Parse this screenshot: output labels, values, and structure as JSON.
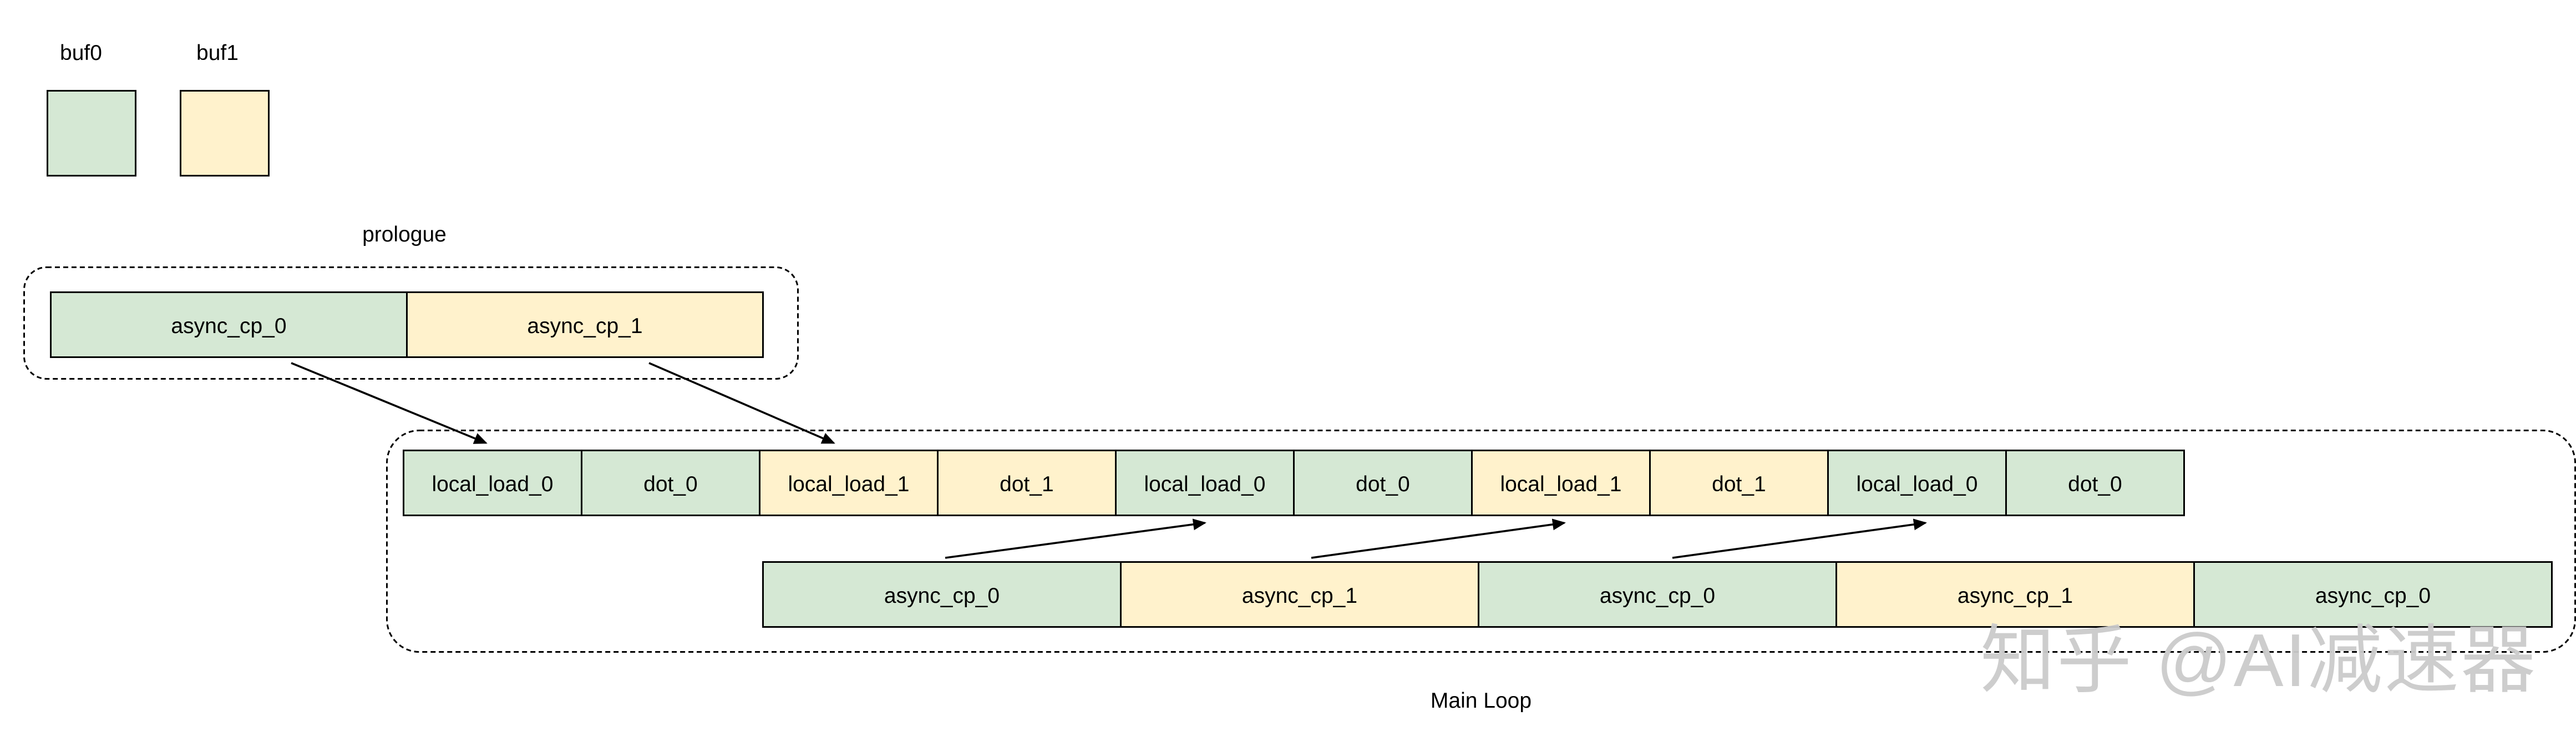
{
  "legend": {
    "items": [
      {
        "label": "buf0",
        "buf": "buf0"
      },
      {
        "label": "buf1",
        "buf": "buf1"
      }
    ]
  },
  "prologue": {
    "label": "prologue",
    "blocks": [
      {
        "label": "async_cp_0",
        "buf": "buf0"
      },
      {
        "label": "async_cp_1",
        "buf": "buf1"
      }
    ]
  },
  "main_loop": {
    "label": "Main Loop",
    "top_row": [
      {
        "label": "local_load_0",
        "buf": "buf0"
      },
      {
        "label": "dot_0",
        "buf": "buf0"
      },
      {
        "label": "local_load_1",
        "buf": "buf1"
      },
      {
        "label": "dot_1",
        "buf": "buf1"
      },
      {
        "label": "local_load_0",
        "buf": "buf0"
      },
      {
        "label": "dot_0",
        "buf": "buf0"
      },
      {
        "label": "local_load_1",
        "buf": "buf1"
      },
      {
        "label": "dot_1",
        "buf": "buf1"
      },
      {
        "label": "local_load_0",
        "buf": "buf0"
      },
      {
        "label": "dot_0",
        "buf": "buf0"
      }
    ],
    "bottom_row": [
      {
        "label": "async_cp_0",
        "buf": "buf0"
      },
      {
        "label": "async_cp_1",
        "buf": "buf1"
      },
      {
        "label": "async_cp_0",
        "buf": "buf0"
      },
      {
        "label": "async_cp_1",
        "buf": "buf1"
      },
      {
        "label": "async_cp_0",
        "buf": "buf0"
      }
    ]
  },
  "watermark": "知乎 @AI减速器",
  "colors": {
    "buf0": "#d5e8d4",
    "buf1": "#fff2cc"
  }
}
